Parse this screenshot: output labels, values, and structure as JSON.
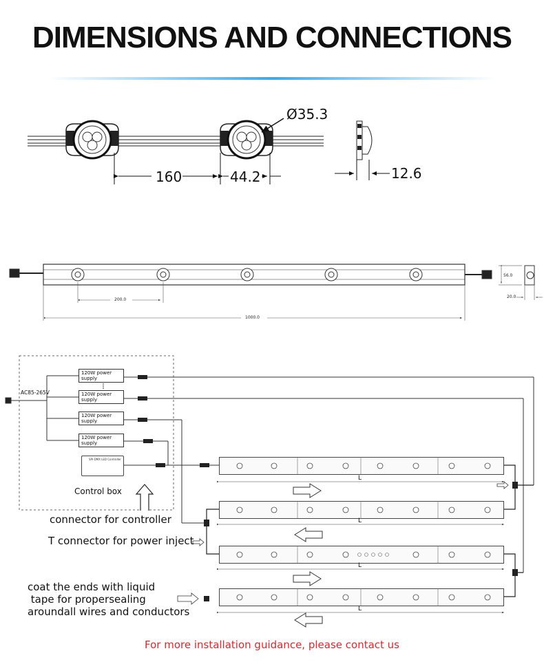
{
  "title": "DIMENSIONS AND CONNECTIONS",
  "top_view": {
    "diameter": "Ø35.3",
    "spacing": "160",
    "width": "44.2",
    "height": "12.6"
  },
  "bar_view": {
    "pitch": "200.0",
    "length": "1000.0",
    "section_height": "56.0",
    "section_depth": "20.0"
  },
  "wiring": {
    "input_voltage": "AC85-265V",
    "psu_label_line1": "120W power",
    "psu_label_line2": "supply",
    "controller_title": "SPI-DMX LED Controller",
    "control_box": "Control box",
    "connector_controller": "connector for controller",
    "t_connector": "T connector for power inject",
    "coat_line1": "coat the ends with liquid",
    "coat_line2": " tape for propersealing",
    "coat_line3": "aroundall wires and conductors",
    "length_mark": "L"
  },
  "footer": "For more installation guidance, please contact us",
  "colors": {
    "footer": "#e0262c",
    "title_line": "#3ea9e6"
  }
}
